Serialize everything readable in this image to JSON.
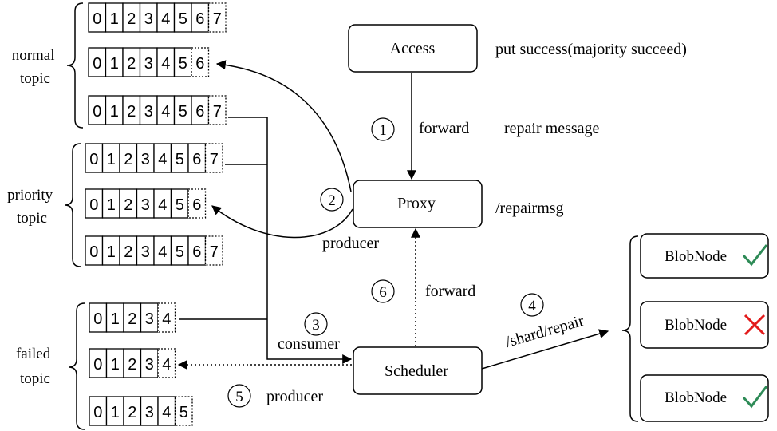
{
  "groups": {
    "normal": "normal\ntopic",
    "priority": "priority\ntopic",
    "failed": "failed\ntopic"
  },
  "queues": {
    "normal": [
      [
        "0",
        "1",
        "2",
        "3",
        "4",
        "5",
        "6",
        "7"
      ],
      [
        "0",
        "1",
        "2",
        "3",
        "4",
        "5",
        "6"
      ],
      [
        "0",
        "1",
        "2",
        "3",
        "4",
        "5",
        "6",
        "7"
      ]
    ],
    "priority": [
      [
        "0",
        "1",
        "2",
        "3",
        "4",
        "5",
        "6",
        "7"
      ],
      [
        "0",
        "1",
        "2",
        "3",
        "4",
        "5",
        "6"
      ],
      [
        "0",
        "1",
        "2",
        "3",
        "4",
        "5",
        "6",
        "7"
      ]
    ],
    "failed": [
      [
        "0",
        "1",
        "2",
        "3",
        "4"
      ],
      [
        "0",
        "1",
        "2",
        "3",
        "4"
      ],
      [
        "0",
        "1",
        "2",
        "3",
        "4",
        "5"
      ]
    ]
  },
  "boxes": {
    "access": "Access",
    "proxy": "Proxy",
    "scheduler": "Scheduler",
    "blobnode1": "BlobNode",
    "blobnode2": "BlobNode",
    "blobnode3": "BlobNode"
  },
  "steps": [
    "1",
    "2",
    "3",
    "4",
    "5",
    "6"
  ],
  "labels": {
    "put_success": "put success(majority succeed)",
    "forward1": "forward",
    "repair_message": "repair message",
    "repairmsg": "/repairmsg",
    "producer_proxy": "producer",
    "forward6": "forward",
    "consumer": "consumer",
    "producer_sched": "producer",
    "shard_repair": "/shard/repair"
  },
  "status": {
    "blobnode1": "check",
    "blobnode2": "cross",
    "blobnode3": "check"
  },
  "colors": {
    "check": "#2e8b57",
    "cross": "#e31b1b",
    "stroke": "#000000"
  }
}
